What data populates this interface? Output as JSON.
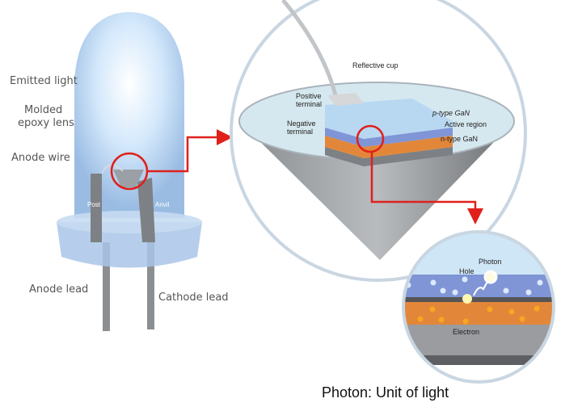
{
  "led": {
    "labels": {
      "emitted_light": "Emitted light",
      "lens_line1": "Molded",
      "lens_line2": "epoxy lens",
      "anode_wire": "Anode wire",
      "post": "Post",
      "anvil": "Anvil",
      "anode_lead": "Anode lead",
      "cathode_lead": "Cathode lead"
    }
  },
  "chip": {
    "labels": {
      "reflective_cup": "Reflective cup",
      "positive_line1": "Positive",
      "positive_line2": "terminal",
      "negative_line1": "Negative",
      "negative_line2": "terminal",
      "p_type": "p-type GaN",
      "active_region": "Active region",
      "n_type": "n-type GaN"
    }
  },
  "junction": {
    "labels": {
      "photon": "Photon",
      "hole": "Hole",
      "electron": "Electron"
    }
  },
  "caption": "Photon: Unit of light",
  "colors": {
    "accent": "#e0201b",
    "p_layer": "#7f95d6",
    "n_layer": "#e2873a",
    "glow": "#cfe6fb"
  }
}
